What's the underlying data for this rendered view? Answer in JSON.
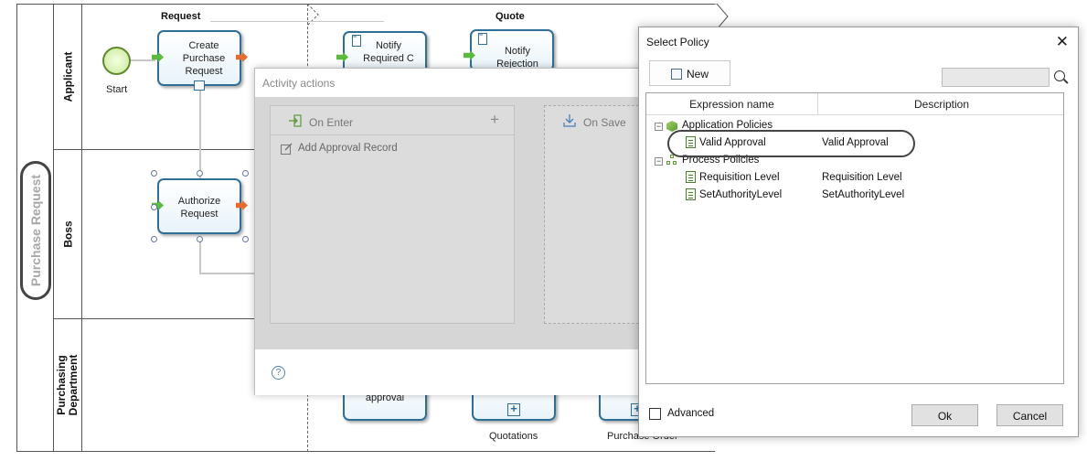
{
  "diagram": {
    "pool_title": "Purchase Request",
    "lanes": [
      "Applicant",
      "Boss",
      "Purchasing Department"
    ],
    "phases": [
      "Request",
      "Quote"
    ],
    "start_label": "Start",
    "tasks": {
      "create_purchase_request": "Create Purchase Request",
      "authorize_request": "Authorize Request",
      "notify_required": "Notify Required C",
      "notify_rejection": "Notify Rejection",
      "approval": "approval"
    },
    "bottom_labels": {
      "quotations": "Quotations",
      "purchase_order": "Purchase Order"
    }
  },
  "activity_actions": {
    "title": "Activity actions",
    "on_enter": "On Enter",
    "add_icon": "+",
    "on_save": "On Save",
    "actions": [
      "Add Approval Record"
    ],
    "help": "?"
  },
  "select_policy": {
    "title": "Select Policy",
    "close": "✕",
    "new_button": "New",
    "search_placeholder": "",
    "columns": [
      "Expression name",
      "Description"
    ],
    "groups": [
      {
        "name": "Application Policies",
        "expanded": true,
        "items": [
          {
            "name": "Valid Approval",
            "description": "Valid Approval"
          }
        ]
      },
      {
        "name": "Process Policies",
        "expanded": true,
        "items": [
          {
            "name": "Requisition Level",
            "description": "Requisition Level"
          },
          {
            "name": "SetAuthorityLevel",
            "description": "SetAuthorityLevel"
          }
        ]
      }
    ],
    "advanced_label": "Advanced",
    "advanced_checked": false,
    "ok_button": "Ok",
    "cancel_button": "Cancel"
  }
}
